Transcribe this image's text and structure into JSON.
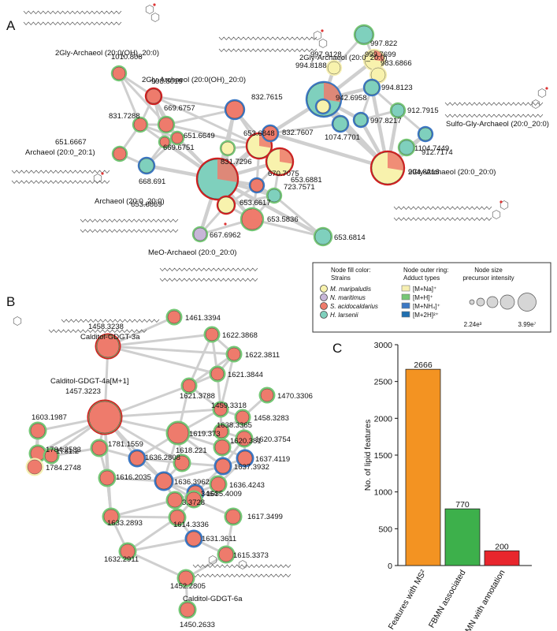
{
  "panels": {
    "a": "A",
    "b": "B",
    "c": "C"
  },
  "colors": {
    "maripaludis": "#f8f2ad",
    "maritimus": "#c7b6d8",
    "acidocaldarius": "#ee7b6c",
    "larsenii": "#7fd0bd",
    "ring_na": "#f6efb1",
    "ring_h": "#76c776",
    "ring_nh4": "#3c78c4",
    "ring_2h": "#1f6fb0",
    "ring_red": "#d22020",
    "edge": "#cfcfcf"
  },
  "network_a": {
    "nodes": [
      {
        "label": "999.7699",
        "fill": "larsenii",
        "ring": "ring_h"
      },
      {
        "label": "997.822",
        "fill": "maripaludis",
        "ring": "ring_na"
      },
      {
        "label": "997.9128",
        "fill": "maripaludis",
        "ring": "ring_na"
      },
      {
        "label": "983.6866",
        "fill": "maripaludis",
        "ring": "ring_na"
      },
      {
        "label": "994.8188",
        "fill": "larsenii",
        "ring": "ring_nh4"
      },
      {
        "label": "994.8123",
        "fill": "larsenii",
        "ring": "ring_nh4"
      },
      {
        "label": "942.6958",
        "fill": "maripaludis",
        "ring": "ring_nh4"
      },
      {
        "label": "997.8217",
        "fill": "larsenii",
        "ring": "ring_nh4"
      },
      {
        "label": "912.7915",
        "fill": "larsenii",
        "ring": "ring_h"
      },
      {
        "label": "1074.7701",
        "fill": "larsenii",
        "ring": "ring_nh4"
      },
      {
        "label": "912.7174",
        "fill": "larsenii",
        "ring": "ring_nh4"
      },
      {
        "label": "1104.7449",
        "fill": "larsenii",
        "ring": "ring_h"
      },
      {
        "label": "994.8216",
        "fill": "maripaludis",
        "ring": "ring_red"
      },
      {
        "label": "1010.808",
        "fill": "acidocaldarius",
        "ring": "ring_h"
      },
      {
        "label": "993.8019",
        "fill": "acidocaldarius",
        "ring": "ring_red"
      },
      {
        "label": "669.6757",
        "fill": "acidocaldarius",
        "ring": "ring_h"
      },
      {
        "label": "831.7288",
        "fill": "acidocaldarius",
        "ring": "ring_h"
      },
      {
        "label": "651.6649",
        "fill": "acidocaldarius",
        "ring": "ring_h"
      },
      {
        "label": "669.6751",
        "fill": "acidocaldarius",
        "ring": "ring_h"
      },
      {
        "label": "651.6667",
        "fill": "acidocaldarius",
        "ring": "ring_h"
      },
      {
        "label": "668.691",
        "fill": "larsenii",
        "ring": "ring_nh4"
      },
      {
        "label": "832.7615",
        "fill": "acidocaldarius",
        "ring": "ring_nh4"
      },
      {
        "label": "653.6848",
        "fill": "maripaludis",
        "ring": "ring_red"
      },
      {
        "label": "832.7607",
        "fill": "acidocaldarius",
        "ring": "ring_nh4"
      },
      {
        "label": "831.7296",
        "fill": "maripaludis",
        "ring": "ring_h"
      },
      {
        "label": "653.6881",
        "fill": "maripaludis",
        "ring": "ring_red"
      },
      {
        "label": "653.6869",
        "fill": "larsenii",
        "ring": "ring_red"
      },
      {
        "label": "670.7075",
        "fill": "acidocaldarius",
        "ring": "ring_nh4"
      },
      {
        "label": "723.7571",
        "fill": "larsenii",
        "ring": "ring_h"
      },
      {
        "label": "653.6617",
        "fill": "maripaludis",
        "ring": "ring_red"
      },
      {
        "label": "653.5836",
        "fill": "acidocaldarius",
        "ring": "ring_h"
      },
      {
        "label": "667.6962",
        "fill": "maritimus",
        "ring": "ring_h"
      },
      {
        "label": "653.6814",
        "fill": "larsenii",
        "ring": "ring_h"
      }
    ],
    "names": [
      "2Gly-Archaeol (20:0(OH)_20:0)",
      "2Gly-Archaeol (20:0(OH)_20:0)",
      "2Gly-Archaeol (20:0_20:0)",
      "Sulfo-Gly-Archaeol (20:0_20:0)",
      "2Gly-Archaeol (20:0_20:0)",
      "Archaeol (20:0_20:1)",
      "Archaeol (20:0_20:0)",
      "MeO-Archaeol (20:0_20:0)"
    ]
  },
  "legend": {
    "fill_title_1": "Node fill color:",
    "fill_title_2": "Strains",
    "strains": [
      "M. maripaludis",
      "N. maritimus",
      "S. acidocaldarius",
      "H. larsenii"
    ],
    "ring_title_1": "Node outer ring:",
    "ring_title_2": "Adduct types",
    "adducts": [
      "[M+Na]⁺",
      "[M+H]⁺",
      "[M+NH₄]⁺",
      "[M+2H]²⁺"
    ],
    "size_title_1": "Node size",
    "size_title_2": "precursor intensity",
    "size_min": "2.24e³",
    "size_max": "3.99e⁷"
  },
  "network_b": {
    "nodes": [
      "1461.3394",
      "1458.3238",
      "1622.3868",
      "1622.3811",
      "1621.3844",
      "1621.3788",
      "1470.3306",
      "1457.3223",
      "1603.1987",
      "1459.3318",
      "1458.3283",
      "1638.3365",
      "1784.2583",
      "1781.2",
      "1620.381",
      "1619.373",
      "1620.3754",
      "1781.1559",
      "1636.2808",
      "1618.221",
      "1637.4119",
      "1784.2748",
      "1637.3932",
      "1616.2035",
      "1636.3962",
      "1636.4243",
      "1635.4009",
      "3.3728",
      "3464",
      "1633.2893",
      "1614.3336",
      "1617.3499",
      "1631.3611",
      "1632.2911",
      "1615.3373",
      "1452.2805",
      "1450.2633"
    ],
    "names": [
      "Calditol-GDGT-3a",
      "Calditol-GDGT-4a[M+1]",
      "Calditol-GDGT-6a"
    ]
  },
  "chart_data": {
    "type": "bar",
    "categories": [
      "Features with MS²",
      "FBMN associated",
      "FBMN with annotation"
    ],
    "values": [
      2666,
      770,
      200
    ],
    "colors": [
      "#f39322",
      "#3db04b",
      "#e8262d"
    ],
    "ylabel": "No. of lipid features",
    "ylim": [
      0,
      3000
    ],
    "yticks": [
      0,
      500,
      1000,
      1500,
      2000,
      2500,
      3000
    ]
  }
}
